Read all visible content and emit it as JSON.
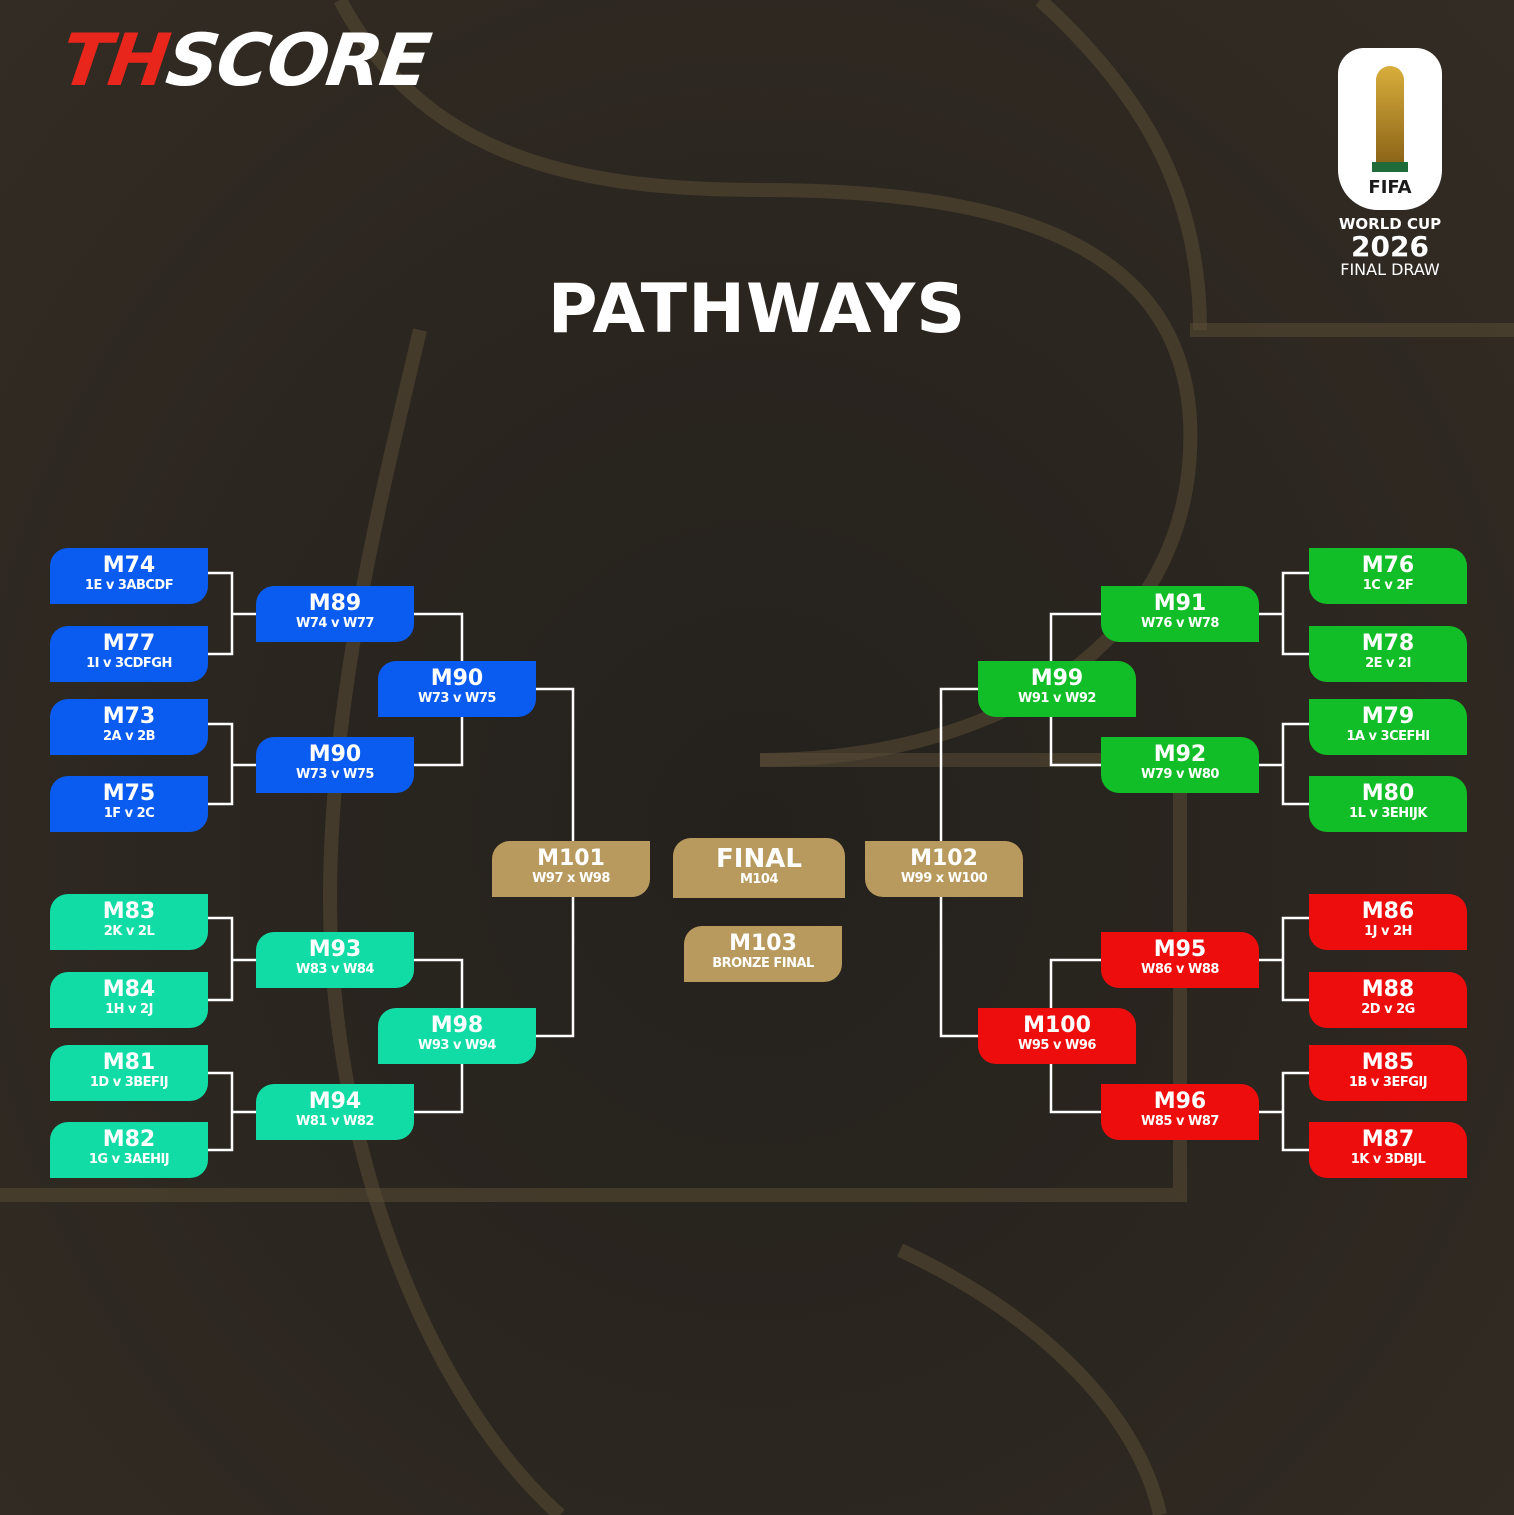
{
  "brand": {
    "logo_part1": "TH",
    "logo_part2": "SCORE"
  },
  "event_logo": {
    "fifa": "FIFA",
    "line1": "WORLD CUP",
    "line2": "2026",
    "line3": "FINAL DRAW"
  },
  "title": "PATHWAYS",
  "colors": {
    "blue": "#0a5cf0",
    "teal": "#12dca6",
    "green": "#12be27",
    "red": "#ee0d0d",
    "gold": "#b89a5e",
    "connector": "#ffffff"
  },
  "matches": [
    {
      "code": "M74",
      "sub": "1E v 3ABCDF",
      "color": "blue"
    },
    {
      "code": "M77",
      "sub": "1I v 3CDFGH",
      "color": "blue"
    },
    {
      "code": "M73",
      "sub": "2A v 2B",
      "color": "blue"
    },
    {
      "code": "M75",
      "sub": "1F v 2C",
      "color": "blue"
    },
    {
      "code": "M89",
      "sub": "W74 v W77",
      "color": "blue"
    },
    {
      "code": "M90",
      "sub": "W73 v W75",
      "color": "blue"
    },
    {
      "code": "M90",
      "sub": "W73 v W75",
      "color": "blue"
    },
    {
      "code": "M83",
      "sub": "2K v 2L",
      "color": "teal"
    },
    {
      "code": "M84",
      "sub": "1H v 2J",
      "color": "teal"
    },
    {
      "code": "M81",
      "sub": "1D v 3BEFIJ",
      "color": "teal"
    },
    {
      "code": "M82",
      "sub": "1G v 3AEHIJ",
      "color": "teal"
    },
    {
      "code": "M93",
      "sub": "W83 v W84",
      "color": "teal"
    },
    {
      "code": "M94",
      "sub": "W81 v W82",
      "color": "teal"
    },
    {
      "code": "M98",
      "sub": "W93 v W94",
      "color": "teal"
    },
    {
      "code": "M101",
      "sub": "W97 x W98",
      "color": "gold"
    },
    {
      "code": "FINAL",
      "sub": "M104",
      "color": "gold"
    },
    {
      "code": "M103",
      "sub": "BRONZE FINAL",
      "color": "gold"
    },
    {
      "code": "M102",
      "sub": "W99 x W100",
      "color": "gold"
    },
    {
      "code": "M76",
      "sub": "1C v 2F",
      "color": "green"
    },
    {
      "code": "M78",
      "sub": "2E v 2I",
      "color": "green"
    },
    {
      "code": "M79",
      "sub": "1A v 3CEFHI",
      "color": "green"
    },
    {
      "code": "M80",
      "sub": "1L v 3EHIJK",
      "color": "green"
    },
    {
      "code": "M91",
      "sub": "W76 v W78",
      "color": "green"
    },
    {
      "code": "M92",
      "sub": "W79 v W80",
      "color": "green"
    },
    {
      "code": "M99",
      "sub": "W91 v W92",
      "color": "green"
    },
    {
      "code": "M86",
      "sub": "1J v 2H",
      "color": "red"
    },
    {
      "code": "M88",
      "sub": "2D v 2G",
      "color": "red"
    },
    {
      "code": "M85",
      "sub": "1B v 3EFGIJ",
      "color": "red"
    },
    {
      "code": "M87",
      "sub": "1K v 3DBJL",
      "color": "red"
    },
    {
      "code": "M95",
      "sub": "W86 v W88",
      "color": "red"
    },
    {
      "code": "M96",
      "sub": "W85 v W87",
      "color": "red"
    },
    {
      "code": "M100",
      "sub": "W95 v W96",
      "color": "red"
    }
  ]
}
